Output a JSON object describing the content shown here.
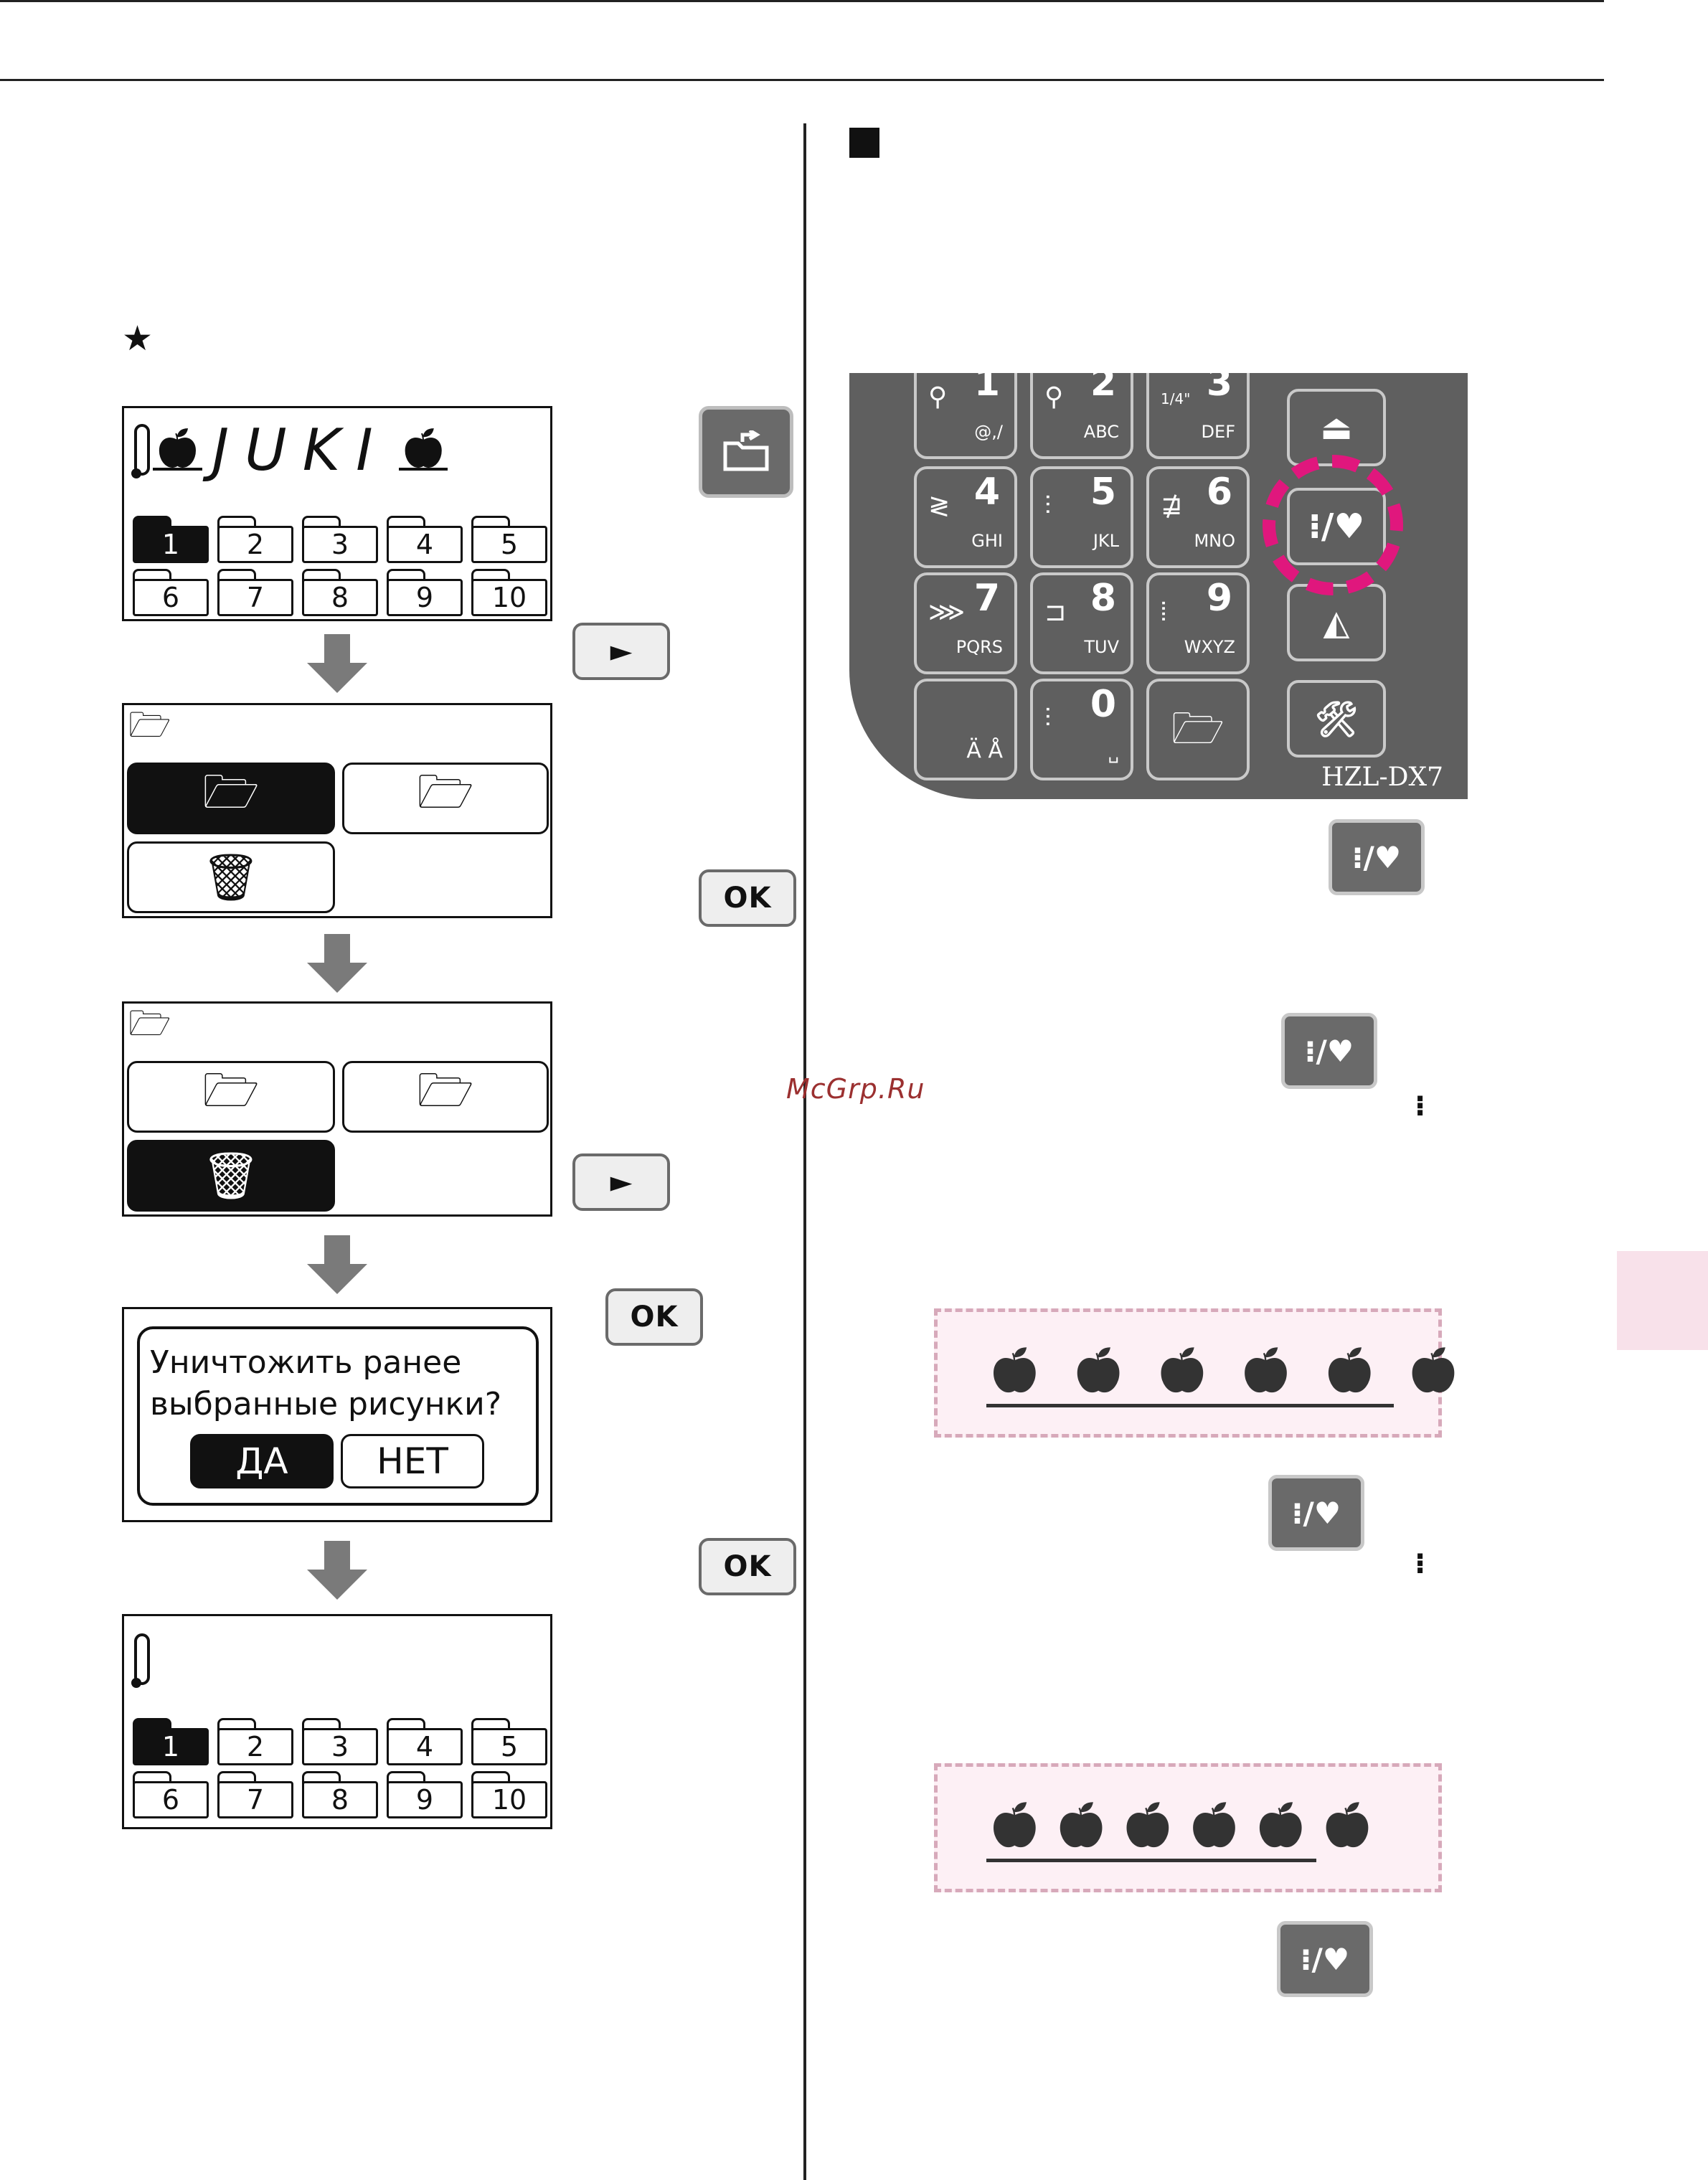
{
  "screen1": {
    "text": "JUKI",
    "folders": [
      "1",
      "2",
      "3",
      "4",
      "5",
      "6",
      "7",
      "8",
      "9",
      "10"
    ],
    "selected_folder": "1"
  },
  "screen4": {
    "question_line1": "Уничтожить ранее",
    "question_line2": "выбранные рисунки?",
    "yes": "ДА",
    "no": "НЕТ"
  },
  "screen5": {
    "folders": [
      "1",
      "2",
      "3",
      "4",
      "5",
      "6",
      "7",
      "8",
      "9",
      "10"
    ],
    "selected_folder": "1"
  },
  "keys": {
    "play": "►",
    "ok": "OK",
    "pattern": "⁝/♥"
  },
  "keypad": {
    "keys": [
      {
        "num": "1",
        "sub": "@,/"
      },
      {
        "num": "2",
        "sub": "ABC"
      },
      {
        "num": "3",
        "sub": "DEF"
      },
      {
        "num": "4",
        "sub": "GHI"
      },
      {
        "num": "5",
        "sub": "JKL"
      },
      {
        "num": "6",
        "sub": "MNO"
      },
      {
        "num": "7",
        "sub": "PQRS"
      },
      {
        "num": "8",
        "sub": "TUV"
      },
      {
        "num": "9",
        "sub": "WXYZ"
      },
      {
        "num": "0",
        "sub": "␣"
      },
      {
        "num": "",
        "sub": "Ä Å"
      }
    ],
    "size_label": "1/4\"",
    "model": "HZL-DX7"
  },
  "watermark": "McGrp.Ru"
}
